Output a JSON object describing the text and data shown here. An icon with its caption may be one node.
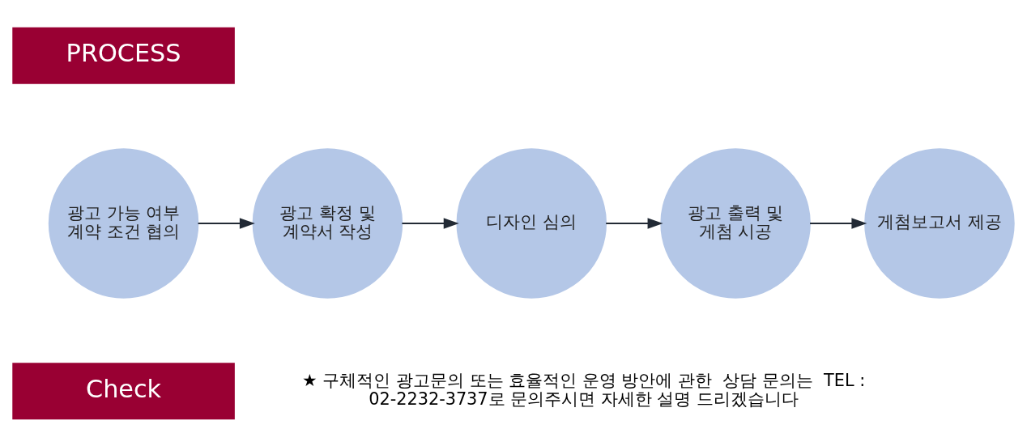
{
  "diagram": {
    "nodes": [
      {
        "text": [
          "PROCESS"
        ]
      },
      {
        "text": [
          "광고 가능 여부 계약 조건 협의"
        ]
      },
      {
        "text": [
          "광고 확정 및 계약서 작성"
        ]
      },
      {
        "text": [
          "디자인 심의"
        ]
      },
      {
        "text": [
          "광고 출력 및 게첨 시공"
        ]
      },
      {
        "text": [
          "게첨보고서 제공"
        ]
      },
      {
        "text": [
          "Check"
        ]
      }
    ],
    "edges": [
      {
        "from": 1,
        "to": 2,
        "arrow": "to"
      },
      {
        "from": 2,
        "to": 3,
        "arrow": "to"
      },
      {
        "from": 3,
        "to": 4,
        "arrow": "to"
      },
      {
        "from": 4,
        "to": 5,
        "arrow": "to"
      }
    ],
    "labels": [
      "★ 구체적인 광고문의 또는 효율적인 운영 방안에 관한  상담 문의는  TEL : 02-2232-3737로 문의주시면 자세한 설명 드리겠습니다"
    ]
  }
}
